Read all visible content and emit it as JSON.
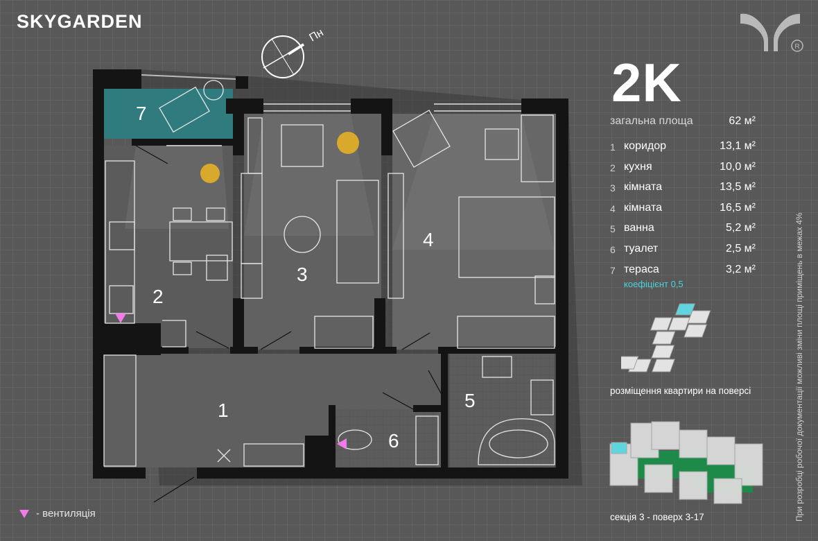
{
  "brand": "SKYGARDEN",
  "compass_label": "Пн",
  "apartment": {
    "type": "2K",
    "total_label": "загальна площа",
    "total_value": "62 м²"
  },
  "rooms": [
    {
      "num": "1",
      "name": "коридор",
      "area": "13,1 м²"
    },
    {
      "num": "2",
      "name": "кухня",
      "area": "10,0 м²"
    },
    {
      "num": "3",
      "name": "кімната",
      "area": "13,5 м²"
    },
    {
      "num": "4",
      "name": "кімната",
      "area": "16,5 м²"
    },
    {
      "num": "5",
      "name": "ванна",
      "area": "5,2 м²"
    },
    {
      "num": "6",
      "name": "туалет",
      "area": "2,5 м²"
    },
    {
      "num": "7",
      "name": "тераса",
      "area": "3,2 м²"
    }
  ],
  "terrace_note": "коефіцієнт 0,5",
  "floor_caption": "розміщення квартири на поверсі",
  "section_caption": "секція 3 - поверх 3-17",
  "legend": "- вентиляція",
  "side_note": "При розробці робочої документації можливі зміни площі приміщень в межах 4%",
  "plan_labels": [
    "7",
    "2",
    "3",
    "4",
    "1",
    "5",
    "6"
  ],
  "colors": {
    "background": "#585858",
    "wall": "#141414",
    "terrace": "#2f7b7e",
    "accent_cyan": "#49d4dc",
    "ventilation": "#f07be9",
    "building_green": "#1e8a4a"
  }
}
